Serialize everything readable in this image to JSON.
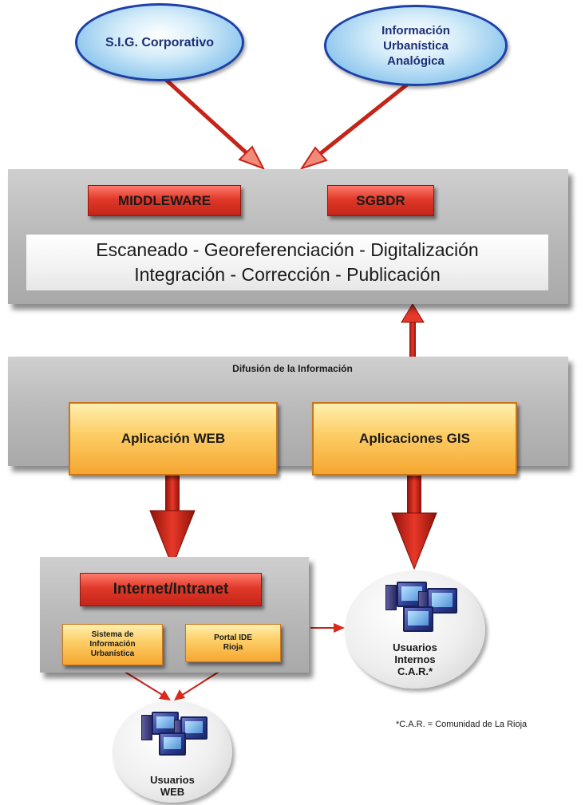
{
  "top_sources": {
    "left": "S.I.G. Corporativo",
    "right": [
      "Información",
      "Urbanística",
      "Analógica"
    ]
  },
  "processing": {
    "middleware": "MIDDLEWARE",
    "sgbdr": "SGBDR",
    "line1": "Escaneado - Georeferenciación - Digitalización",
    "line2": "Integración - Corrección - Publicación"
  },
  "diffusion": {
    "title": "Difusión de la Información",
    "web_app": "Aplicación WEB",
    "gis_apps": "Aplicaciones GIS"
  },
  "network": {
    "internet": "Internet/Intranet",
    "siu": [
      "Sistema de",
      "Información",
      "Urbanística"
    ],
    "ide": [
      "Portal IDE",
      "Rioja"
    ]
  },
  "users": {
    "internal": [
      "Usuarios",
      "Internos",
      "C.A.R.*"
    ],
    "web": [
      "Usuarios",
      "WEB"
    ]
  },
  "footnote": "*C.A.R. = Comunidad de La Rioja",
  "colors": {
    "arrow_red": "#d92a1c",
    "oval_border": "#1c3fa8",
    "box_orange": "#fdc35a",
    "box_red": "#e0392a"
  }
}
